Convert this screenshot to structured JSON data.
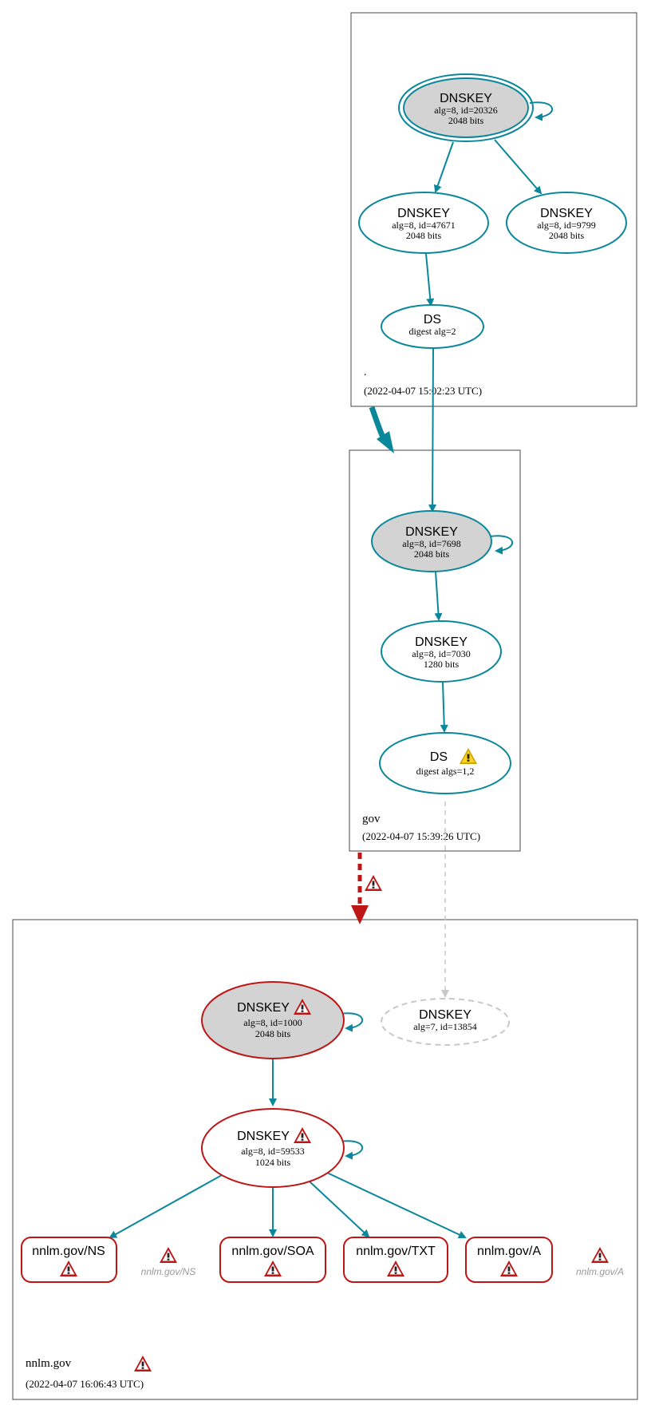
{
  "colors": {
    "secure": "#0a879a",
    "bogus": "#be1515",
    "insecure_link": "#c8c8c8",
    "ksk_fill": "#d3d3d3",
    "zone_border": "#444444",
    "warning_yellow": "#ffd21e",
    "ghost_text": "#999999"
  },
  "zones": {
    "root": {
      "name": ".",
      "timestamp": "(2022-04-07 15:02:23 UTC)"
    },
    "gov": {
      "name": "gov",
      "timestamp": "(2022-04-07 15:39:26 UTC)"
    },
    "nnlm": {
      "name": "nnlm.gov",
      "timestamp": "(2022-04-07 16:06:43 UTC)"
    }
  },
  "nodes": {
    "root_ksk": {
      "title": "DNSKEY",
      "line1": "alg=8, id=20326",
      "line2": "2048 bits"
    },
    "root_zsk1": {
      "title": "DNSKEY",
      "line1": "alg=8, id=47671",
      "line2": "2048 bits"
    },
    "root_zsk2": {
      "title": "DNSKEY",
      "line1": "alg=8, id=9799",
      "line2": "2048 bits"
    },
    "root_ds": {
      "title": "DS",
      "line1": "digest alg=2"
    },
    "gov_ksk": {
      "title": "DNSKEY",
      "line1": "alg=8, id=7698",
      "line2": "2048 bits"
    },
    "gov_zsk": {
      "title": "DNSKEY",
      "line1": "alg=8, id=7030",
      "line2": "1280 bits"
    },
    "gov_ds": {
      "title": "DS",
      "line1": "digest algs=1,2"
    },
    "nnlm_ksk": {
      "title": "DNSKEY",
      "line1": "alg=8, id=1000",
      "line2": "2048 bits"
    },
    "nnlm_missing": {
      "title": "DNSKEY",
      "line1": "alg=7, id=13854"
    },
    "nnlm_zsk": {
      "title": "DNSKEY",
      "line1": "alg=8, id=59533",
      "line2": "1024 bits"
    }
  },
  "rrsets": [
    {
      "label": "nnlm.gov/NS"
    },
    {
      "label": "nnlm.gov/SOA"
    },
    {
      "label": "nnlm.gov/TXT"
    },
    {
      "label": "nnlm.gov/A"
    }
  ],
  "ghost_labels": {
    "ns": "nnlm.gov/NS",
    "a": "nnlm.gov/A"
  },
  "icons": {
    "error": "error-triangle-icon",
    "warning": "warning-triangle-icon"
  }
}
